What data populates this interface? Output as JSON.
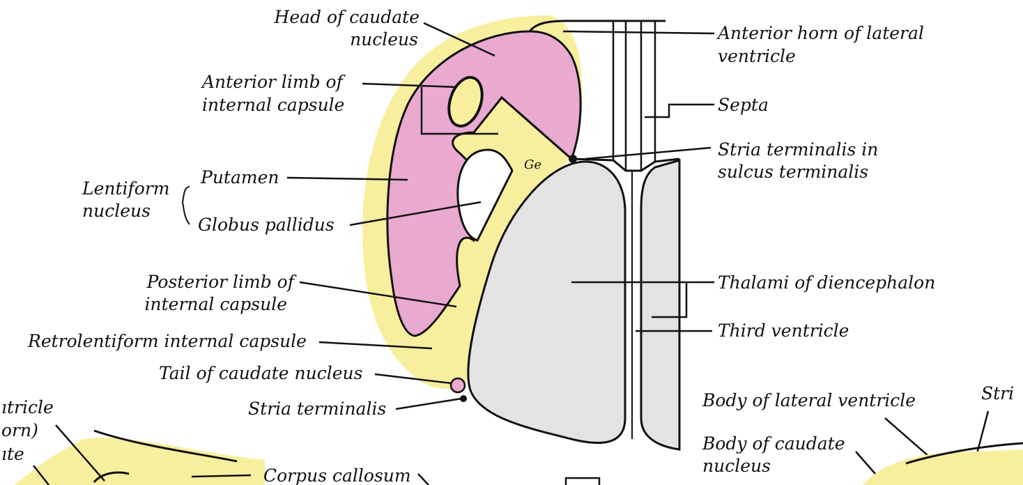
{
  "diagram": {
    "colors": {
      "yellow": "#f7ef9e",
      "pink": "#eaa9cf",
      "gray": "#e3e3e3",
      "line": "#111111"
    },
    "abbreviation": "Ge",
    "labels": {
      "head_caudate": [
        "Head of caudate",
        "nucleus"
      ],
      "anterior_limb": [
        "Anterior limb of",
        "internal capsule"
      ],
      "lentiform": [
        "Lentiform",
        "nucleus"
      ],
      "putamen": "Putamen",
      "globus_pallidus": "Globus pallidus",
      "posterior_limb": [
        "Posterior limb of",
        "internal capsule"
      ],
      "retrolentiform": "Retrolentiform internal capsule",
      "tail_caudate": "Tail of caudate nucleus",
      "stria_terminalis": "Stria terminalis",
      "anterior_horn": [
        "Anterior horn of lateral",
        "ventricle"
      ],
      "septa": "Septa",
      "stria_sulcus": [
        "Stria terminalis in",
        "sulcus terminalis"
      ],
      "thalami": "Thalami of diencephalon",
      "third_ventricle": "Third ventricle",
      "body_lateral_ventricle": "Body of lateral ventricle",
      "body_caudate": [
        "Body of caudate",
        "nucleus"
      ],
      "corpus_callosum": "Corpus callosum",
      "stri_partial": "Stri",
      "left_partial": [
        "ıtricle",
        "orn)",
        "ıte"
      ]
    }
  }
}
